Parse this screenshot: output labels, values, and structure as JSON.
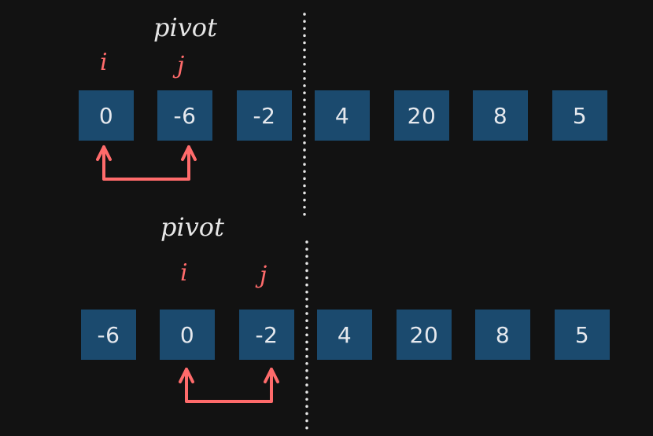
{
  "diagram": {
    "rows": [
      {
        "pivot_label": "pivot",
        "i_label": "i",
        "j_label": "j",
        "cells": [
          "0",
          "-6",
          "-2",
          "4",
          "20",
          "8",
          "5"
        ]
      },
      {
        "pivot_label": "pivot",
        "i_label": "i",
        "j_label": "j",
        "cells": [
          "-6",
          "0",
          "-2",
          "4",
          "20",
          "8",
          "5"
        ]
      }
    ],
    "colors": {
      "background": "#121212",
      "cell": "#1b4a6e",
      "cell_text": "#e6e9ee",
      "pointer": "#ff6b6b",
      "divider": "#e6e6e6"
    }
  }
}
